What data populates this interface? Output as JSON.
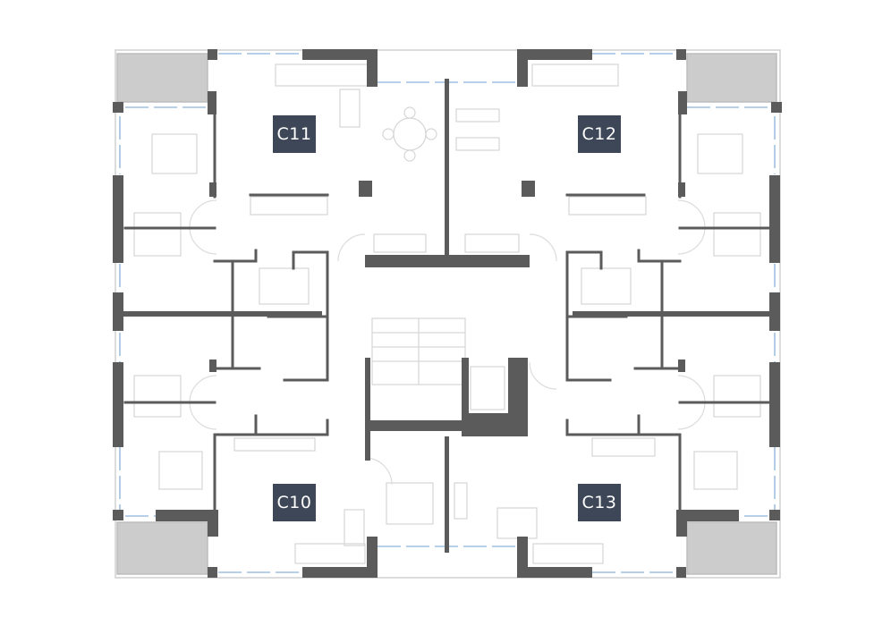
{
  "units": [
    {
      "id": "c11",
      "label": "C11"
    },
    {
      "id": "c12",
      "label": "C12"
    },
    {
      "id": "c10",
      "label": "C10"
    },
    {
      "id": "c13",
      "label": "C13"
    }
  ],
  "colors": {
    "wall": "#5b5b5b",
    "badge": "#3d4757",
    "badge_text": "#ffffff",
    "window": "#9fbfe0",
    "balcony_fill": "#cccccc",
    "furniture": "#d6d6d6",
    "outline": "#c8c8c8"
  }
}
